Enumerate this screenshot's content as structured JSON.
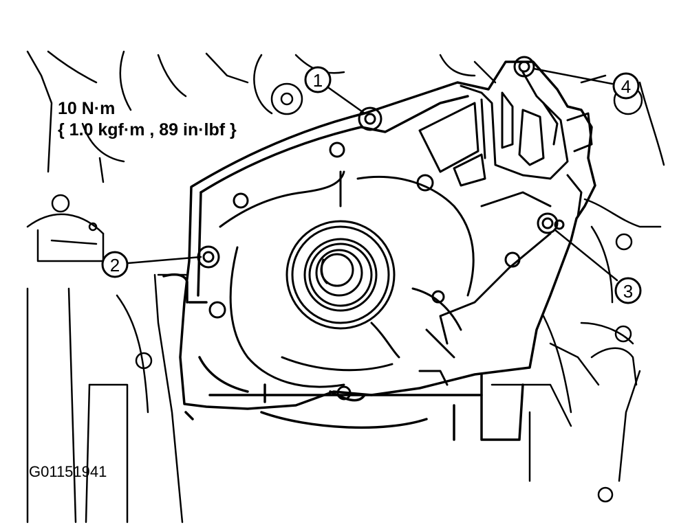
{
  "torque": {
    "line1": "10 N·m",
    "line2": "{ 1.0 kgf·m , 89 in·lbf }"
  },
  "callouts": [
    {
      "id": "1",
      "label": "1"
    },
    {
      "id": "2",
      "label": "2"
    },
    {
      "id": "3",
      "label": "3"
    },
    {
      "id": "4",
      "label": "4"
    }
  ],
  "figure_id": "G01151941"
}
